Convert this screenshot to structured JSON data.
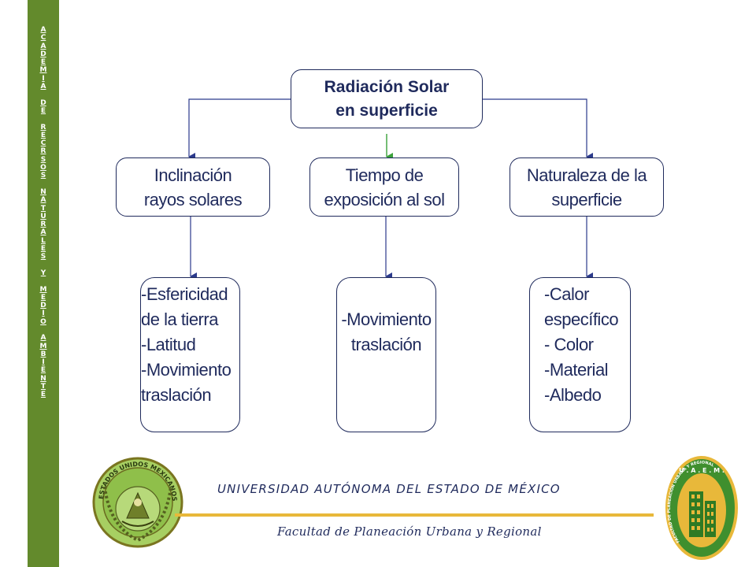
{
  "sidebar": {
    "text": "ACADEMIA DE RECRSOS NATURALES Y MEDIO AMBIENTE"
  },
  "diagram": {
    "root": {
      "line1": "Radiación Solar",
      "line2": "en superficie"
    },
    "factors": [
      {
        "lines": [
          "Inclinación",
          "rayos solares"
        ]
      },
      {
        "lines": [
          "Tiempo de",
          "exposición al sol"
        ]
      },
      {
        "lines": [
          "Naturaleza de la",
          "superficie"
        ]
      }
    ],
    "details": [
      {
        "lines": [
          "-Esfericidad",
          "de la tierra",
          "-Latitud",
          "-Movimiento",
          "traslación"
        ]
      },
      {
        "lines": [
          "-Movimiento",
          "traslación"
        ]
      },
      {
        "lines": [
          "-Calor",
          "específico",
          "- Color",
          "-Material",
          "-Albedo"
        ]
      }
    ]
  },
  "footer": {
    "university": "UNIVERSIDAD AUTÓNOMA DEL ESTADO DE MÉXICO",
    "faculty": "Facultad de Planeación Urbana y Regional",
    "left_emblem": {
      "top_text": "ESTADOS UNIDOS MEXICANOS",
      "icon": "mexico-coat-of-arms-icon"
    },
    "right_logo": {
      "top_text": "U . A . E . M .",
      "ring_text": "FACULTAD DE PLANEACIÓN URBANA Y REGIONAL",
      "icon": "building-icon"
    }
  },
  "colors": {
    "sidebar_green": "#638a2c",
    "text_navy": "#1f2a5c",
    "connector_blue": "#2b3a8c",
    "connector_green": "#3aa13a",
    "gold": "#e8b83a",
    "logo_green": "#3f8f2e"
  }
}
